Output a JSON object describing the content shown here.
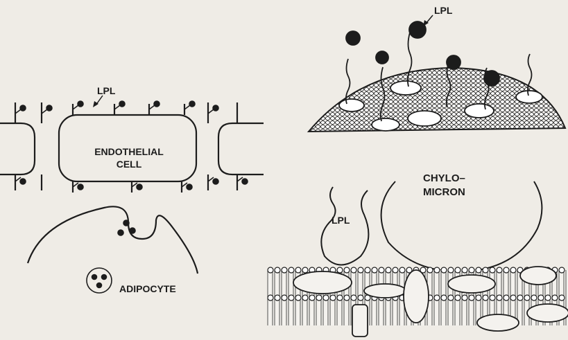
{
  "left_panel": {
    "lpl_label": "LPL",
    "cell_label_line1": "ENDOTHELIAL",
    "cell_label_line2": "CELL",
    "adipocyte_label": "ADIPOCYTE"
  },
  "right_panel": {
    "top_lpl_label": "LPL",
    "bottom_lpl_label": "LPL",
    "chylomicron_line1": "CHYLO–",
    "chylomicron_line2": "MICRON"
  }
}
